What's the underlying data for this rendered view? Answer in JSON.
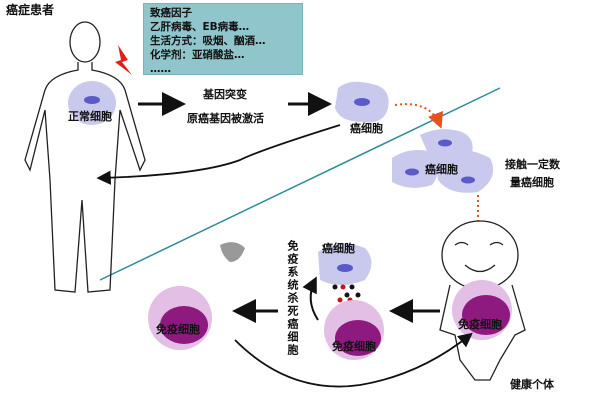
{
  "title": "癌症患者",
  "factors": {
    "heading": "致癌因子",
    "lines": [
      "乙肝病毒、EB病毒…",
      "生活方式：吸烟、酗酒…",
      "化学剂：亚硝酸盐…",
      "……"
    ]
  },
  "labels": {
    "normal_cell": "正常细胞",
    "mutation": "基因突变",
    "oncogene": "原癌基因被激活",
    "cancer_cell": "癌细胞",
    "contact": [
      "接触一定数",
      "量癌细胞"
    ],
    "immune_kill": "免疫系统杀死癌细胞",
    "immune_cell": "免疫细胞",
    "healthy": "健康个体"
  },
  "colors": {
    "box": "#8fc5cb",
    "cell": "#c9c9ee",
    "nucleus": "#5a5ac8",
    "immune_outer": "#e3bfe6",
    "immune_inner": "#8e1a80",
    "dotted_arrow": "#e8501e"
  }
}
